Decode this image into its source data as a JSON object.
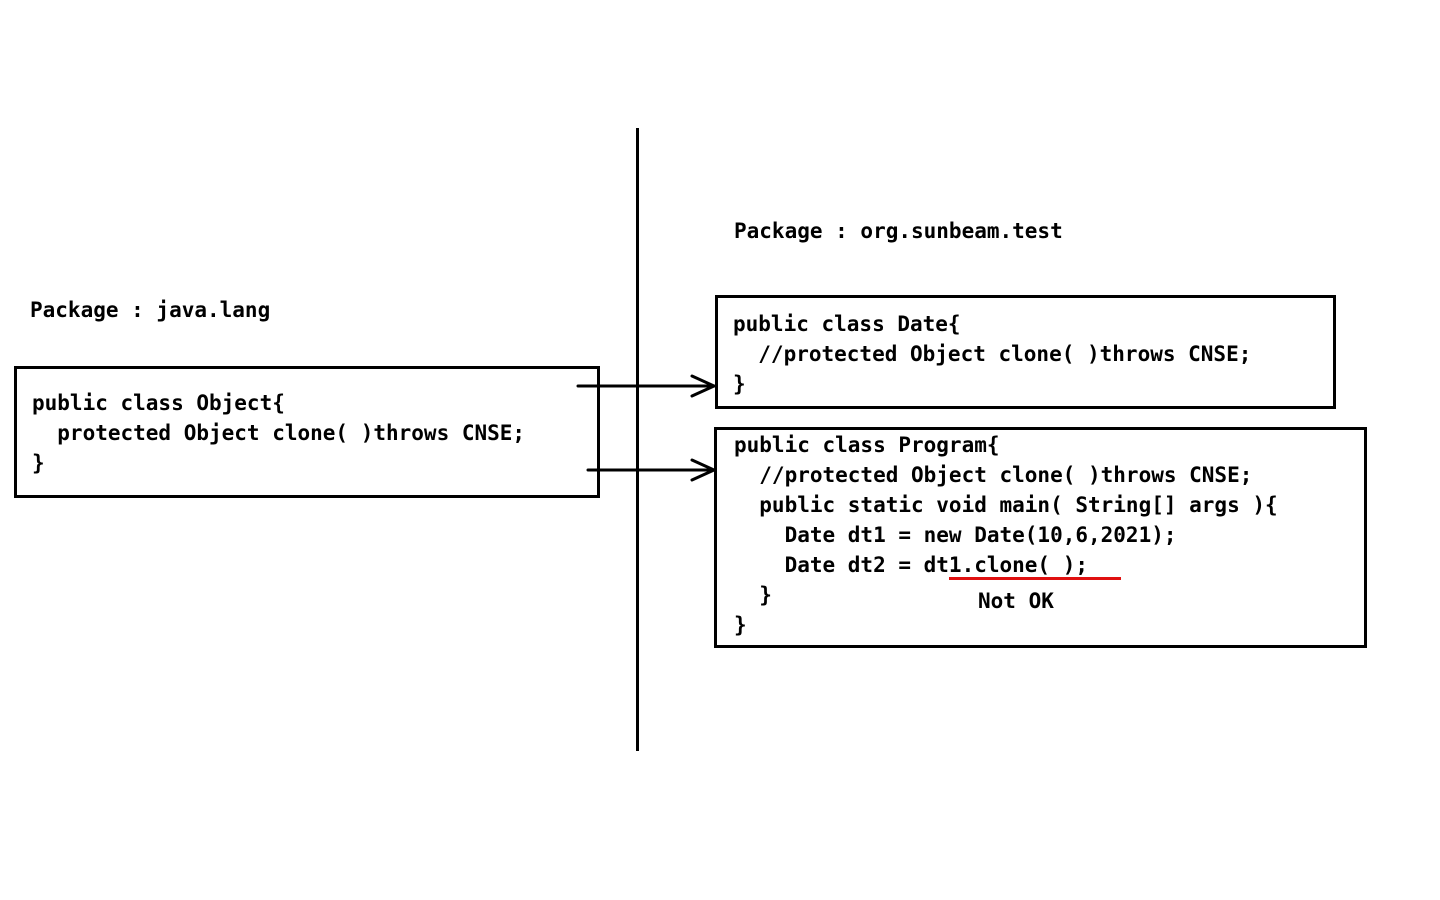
{
  "left": {
    "package_label": "Package : java.lang",
    "object_class": {
      "lines": [
        "public class Object{",
        "  protected Object clone( )throws CNSE;",
        "}"
      ]
    }
  },
  "right": {
    "package_label": "Package : org.sunbeam.test",
    "date_class": {
      "lines": [
        "public class Date{",
        "  //protected Object clone( )throws CNSE;",
        "}"
      ]
    },
    "program_class": {
      "lines": [
        "public class Program{",
        "  //protected Object clone( )throws CNSE;",
        "  public static void main( String[] args ){",
        "    Date dt1 = new Date(10,6,2021);",
        "    Date dt2 = dt1.clone( );",
        "  }",
        "}"
      ],
      "annotation": "Not OK",
      "annotation_color": "#e01010"
    }
  }
}
